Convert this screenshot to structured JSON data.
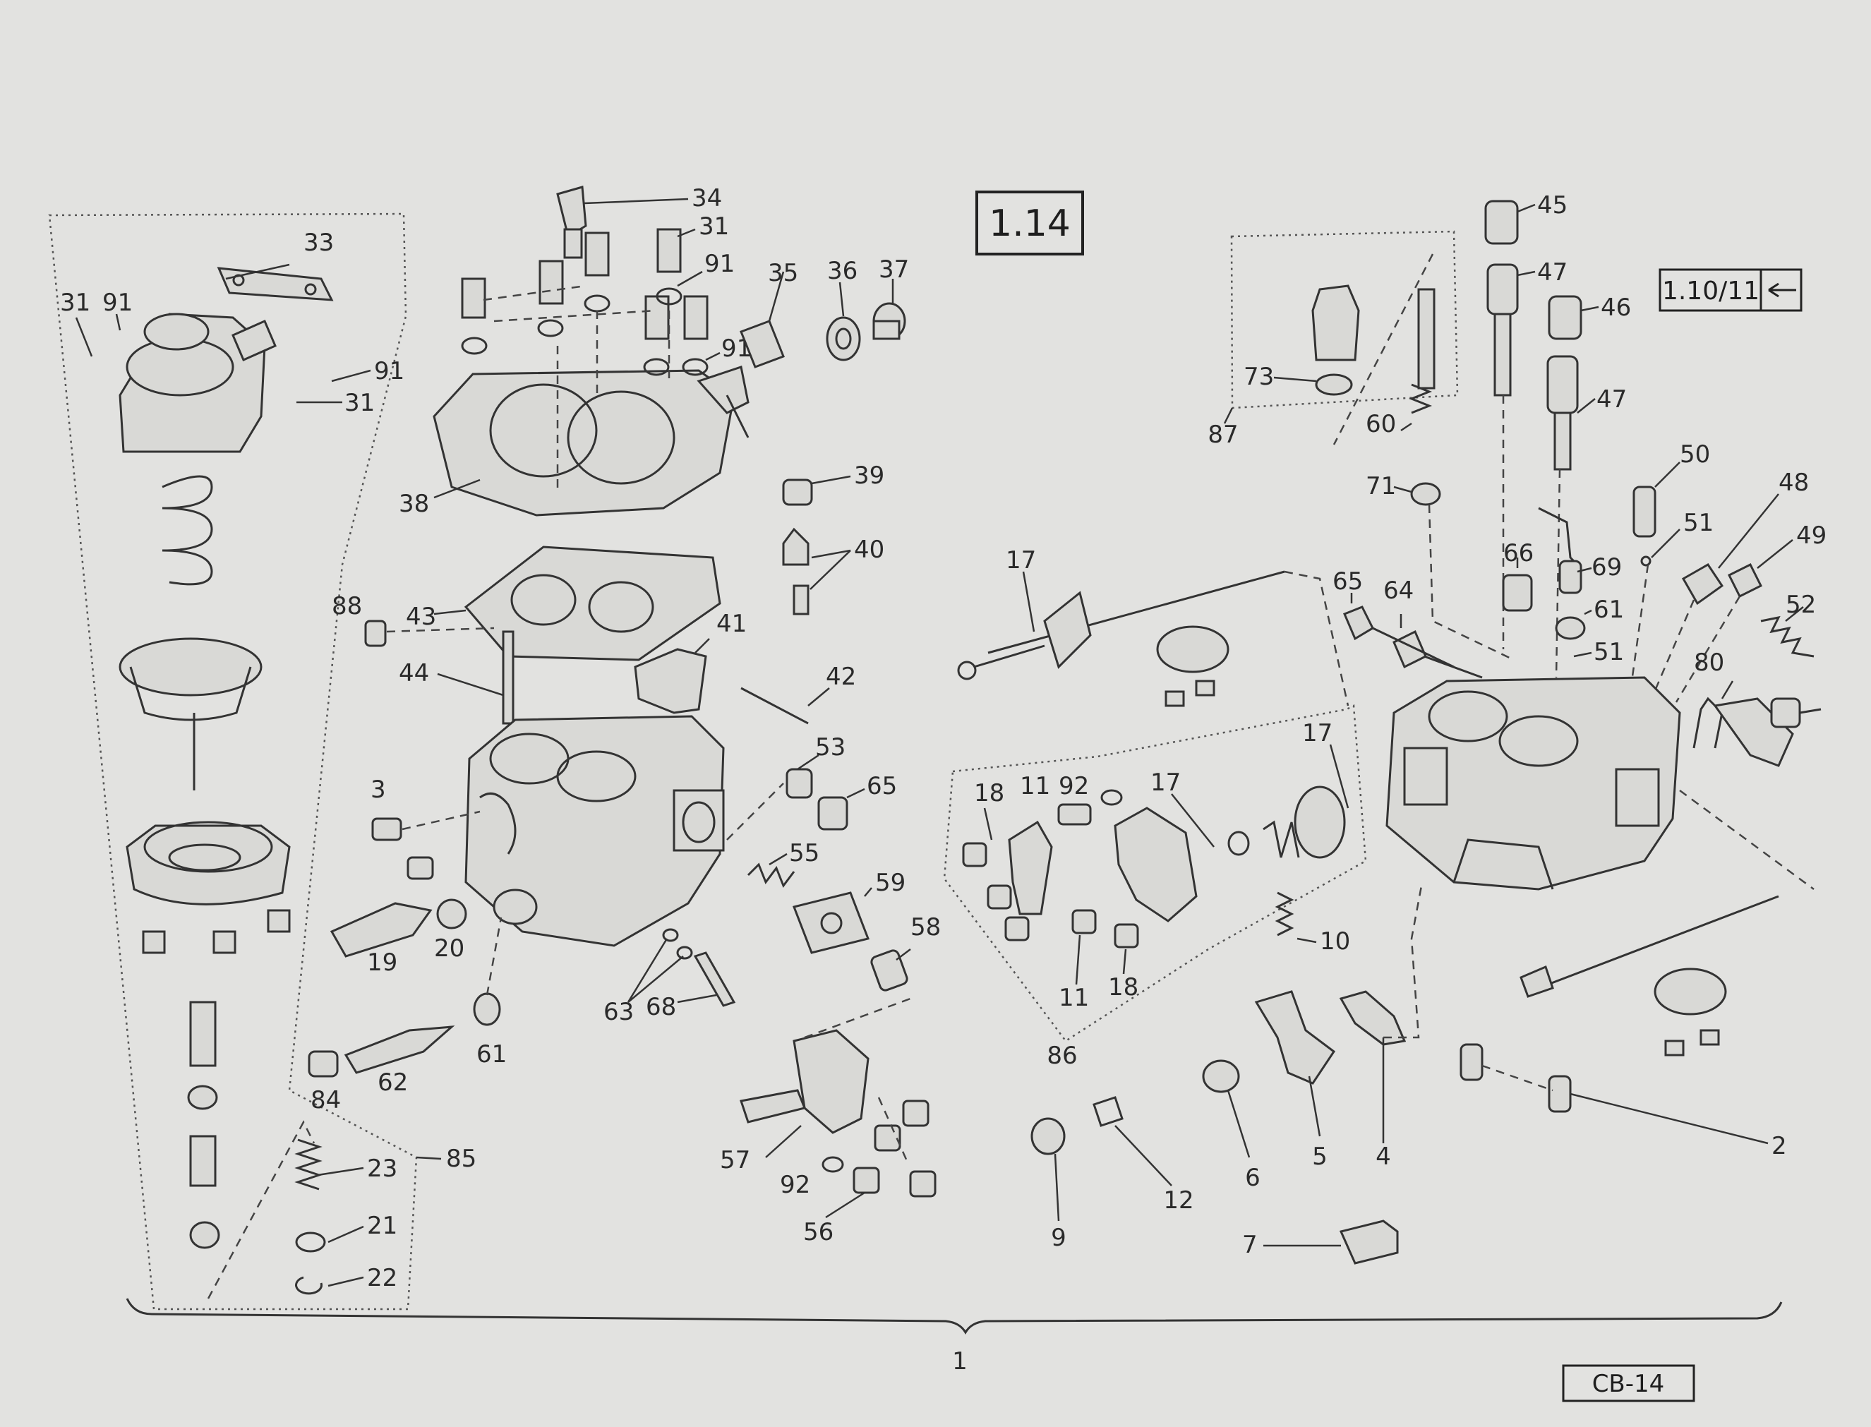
{
  "diagram": {
    "section_label": "1.14",
    "reference_label": "1.10/11",
    "sheet_code": "CB-14",
    "assembly_number": "1",
    "subassemblies": [
      {
        "id": "85",
        "label": "85"
      },
      {
        "id": "86",
        "label": "86"
      },
      {
        "id": "87",
        "label": "87"
      }
    ],
    "callouts": [
      "34",
      "31",
      "33",
      "31",
      "91",
      "91",
      "31",
      "91",
      "91",
      "35",
      "36",
      "37",
      "38",
      "39",
      "40",
      "41",
      "42",
      "43",
      "44",
      "88",
      "3",
      "19",
      "20",
      "53",
      "65",
      "55",
      "59",
      "58",
      "61",
      "63",
      "68",
      "84",
      "62",
      "23",
      "21",
      "22",
      "57",
      "92",
      "56",
      "17",
      "18",
      "11",
      "92",
      "17",
      "11",
      "18",
      "9",
      "12",
      "10",
      "6",
      "5",
      "4",
      "7",
      "2",
      "45",
      "47",
      "46",
      "47",
      "73",
      "60",
      "71",
      "50",
      "51",
      "48",
      "49",
      "52",
      "66",
      "69",
      "61",
      "51",
      "65",
      "64",
      "80",
      "17"
    ]
  }
}
